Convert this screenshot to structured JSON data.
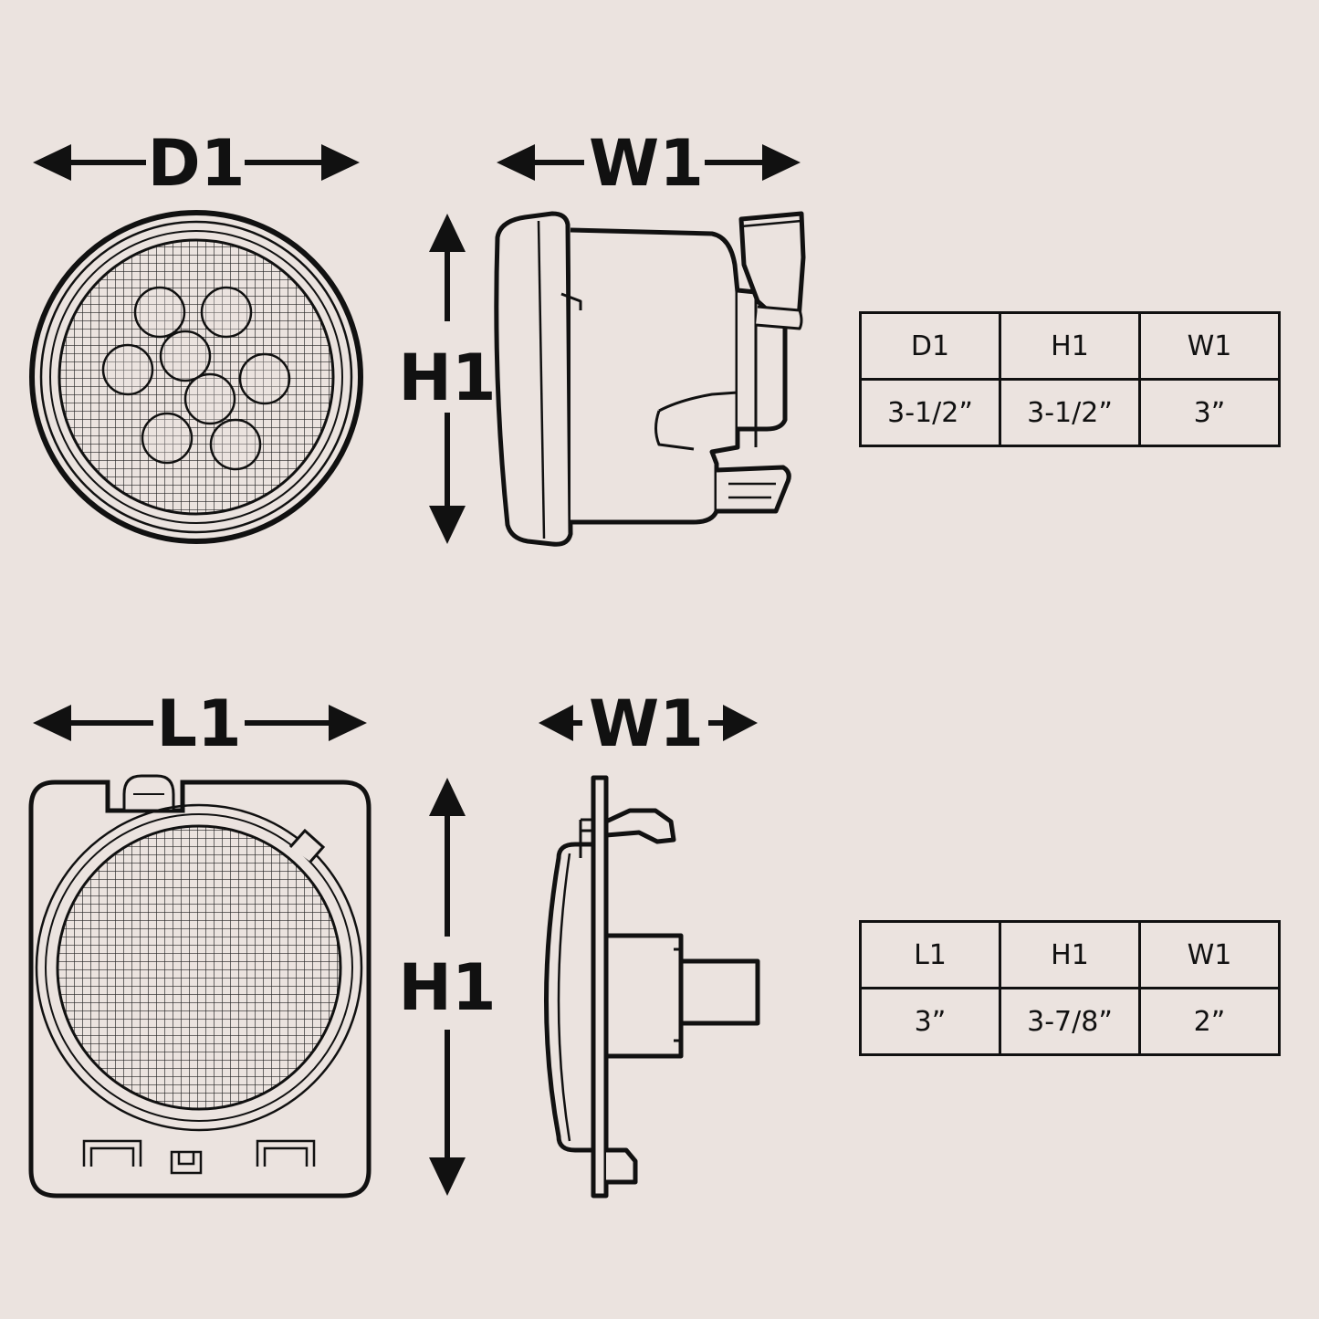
{
  "top_view": {
    "front_dimension_label": "D1",
    "side_width_label": "W1",
    "height_label": "H1",
    "table": {
      "headers": [
        "D1",
        "H1",
        "W1"
      ],
      "values": [
        "3-1/2”",
        "3-1/2”",
        "3”"
      ]
    }
  },
  "bottom_view": {
    "front_dimension_label": "L1",
    "side_width_label": "W1",
    "height_label": "H1",
    "table": {
      "headers": [
        "L1",
        "H1",
        "W1"
      ],
      "values": [
        "3”",
        "3-7/8”",
        "2”"
      ]
    }
  },
  "colors": {
    "background": "#ebe3df",
    "line": "#111111"
  }
}
